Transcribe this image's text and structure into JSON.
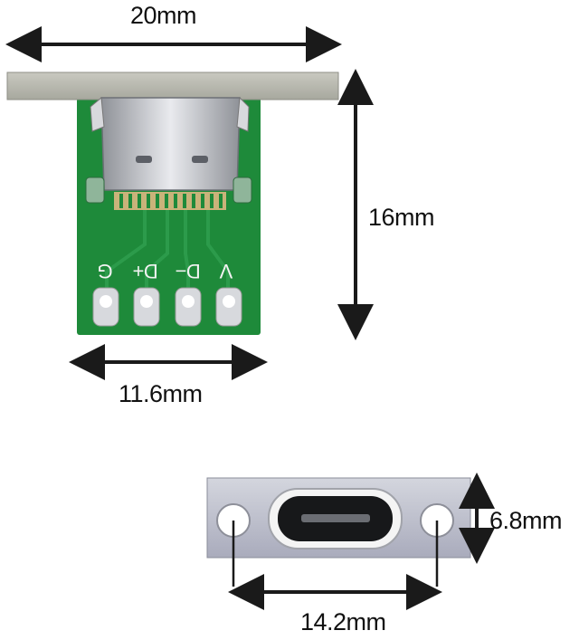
{
  "dimensions": {
    "width_top": "20mm",
    "height_side": "16mm",
    "width_pcb": "11.6mm",
    "height_end": "6.8mm",
    "hole_spacing": "14.2mm"
  },
  "pin_labels": [
    "G",
    "D+",
    "D−",
    "V"
  ],
  "colors": {
    "pcb_green": "#1f8a3b",
    "metal_plate": "#b9bccb",
    "arrow": "#1a1a1a"
  }
}
